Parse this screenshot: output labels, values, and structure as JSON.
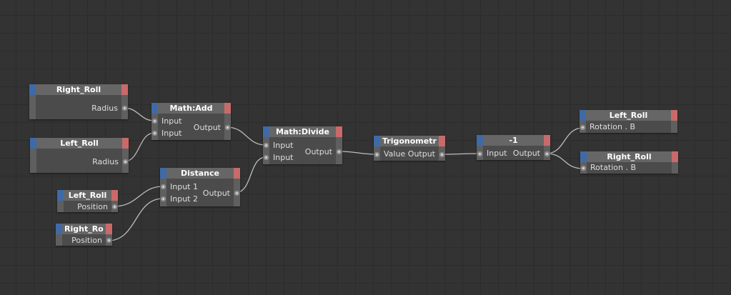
{
  "nodes": {
    "right_roll_radius": {
      "title": "Right_Roll",
      "output": "Radius"
    },
    "left_roll_radius": {
      "title": "Left_Roll",
      "output": "Radius"
    },
    "math_add": {
      "title": "Math:Add",
      "inputs": [
        "Input",
        "Input"
      ],
      "output": "Output"
    },
    "distance": {
      "title": "Distance",
      "inputs": [
        "Input 1",
        "Input 2"
      ],
      "output": "Output"
    },
    "left_roll_position": {
      "title": "Left_Roll",
      "output": "Position"
    },
    "right_roll_position": {
      "title": "Right_Roll",
      "output": "Position"
    },
    "math_divide": {
      "title": "Math:Divide",
      "inputs": [
        "Input",
        "Input"
      ],
      "output": "Output"
    },
    "trigonometric": {
      "title": "Trigonometric",
      "input": "Value",
      "output": "Output"
    },
    "negate": {
      "title": "-1",
      "input": "Input",
      "output": "Output"
    },
    "left_roll_rotation": {
      "title": "Left_Roll",
      "input": "Rotation . B"
    },
    "right_roll_rotation": {
      "title": "Right_Roll",
      "input": "Rotation . B"
    }
  },
  "colors": {
    "canvas": "#333333",
    "grid": "#2c2c2c",
    "node_body": "#4b4b4b",
    "node_header": "#666666",
    "header_left_accent": "#3f6aa8",
    "header_right_accent": "#c96a6a",
    "port_dot": "#d6d6d6",
    "wire": "#bdbdbd"
  }
}
